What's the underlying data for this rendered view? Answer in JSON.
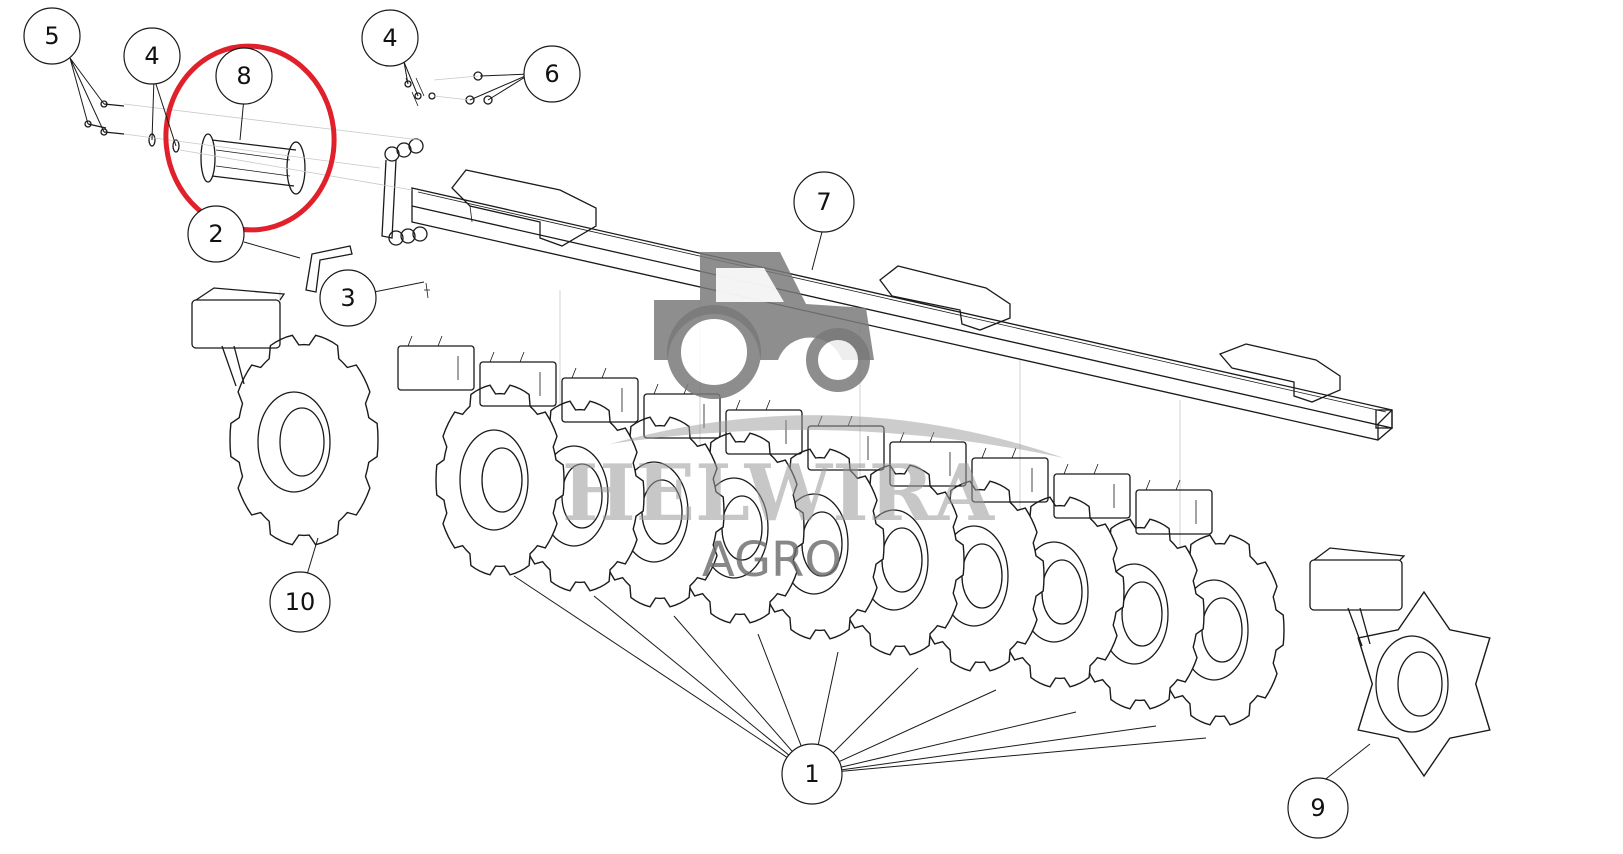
{
  "callouts": {
    "c1": "1",
    "c2": "2",
    "c3": "3",
    "c4a": "4",
    "c4b": "4",
    "c5": "5",
    "c6": "6",
    "c7": "7",
    "c8": "8",
    "c9": "9",
    "c10": "10"
  },
  "watermark": {
    "brand": "HELWIRA",
    "sub": "AGRO"
  },
  "colors": {
    "highlight": "#e0202a",
    "lineart": "#1a1a1a",
    "watermark": "#7a7a7a"
  }
}
